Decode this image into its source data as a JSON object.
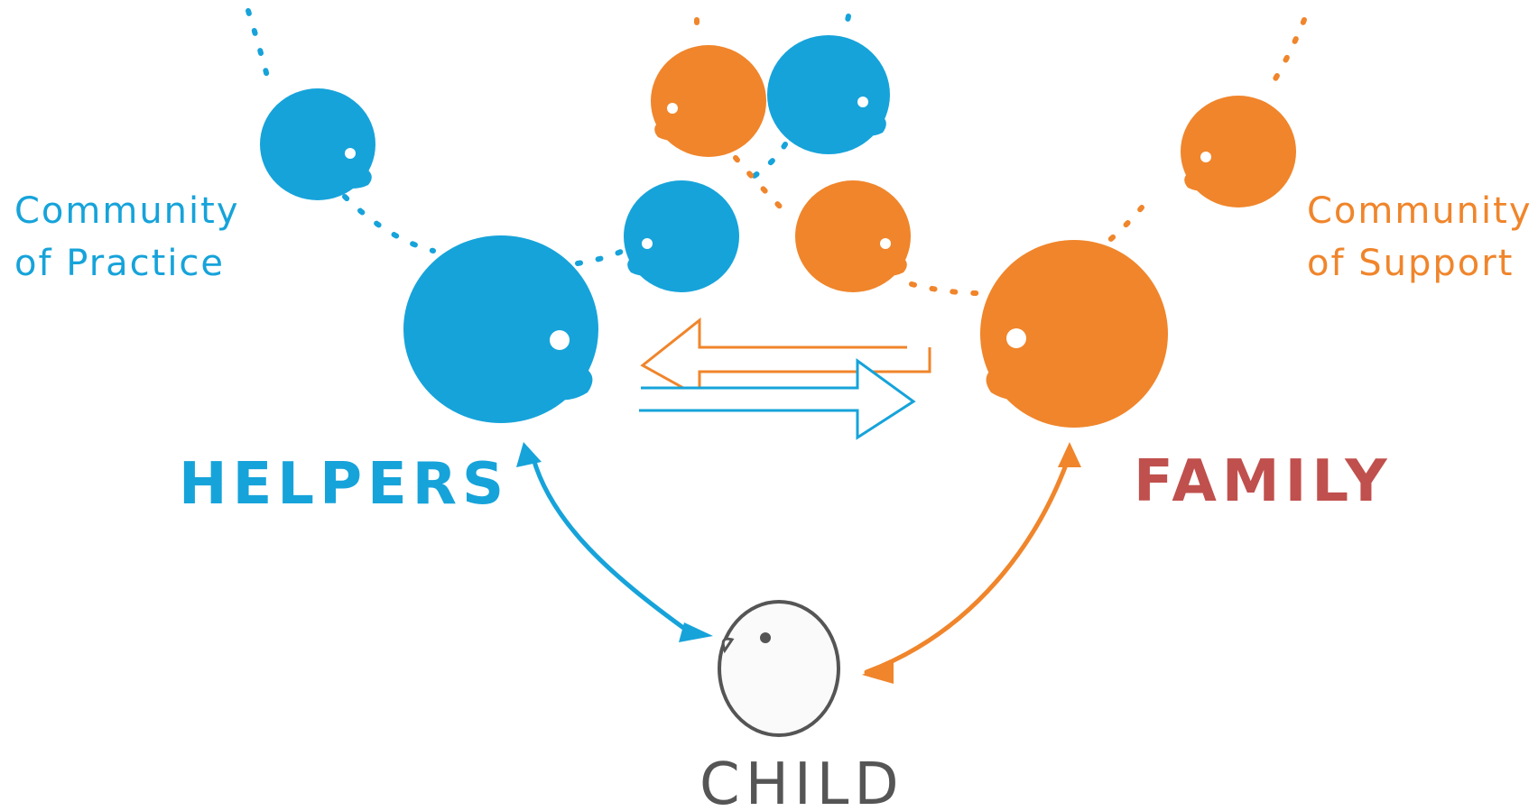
{
  "labels": {
    "community_practice": [
      "Community",
      "of Practice"
    ],
    "community_support": [
      "Community",
      "of Support"
    ],
    "helpers": "HELPERS",
    "family": "FAMILY",
    "child": "CHILD"
  },
  "colors": {
    "blue": "#16a3da",
    "orange": "#f0852b",
    "family_red": "#c0504d",
    "child_gray": "#555555",
    "child_fill": "#fafafa"
  },
  "icons": {
    "head": "head-profile-icon",
    "arrow": "hollow-arrow-icon",
    "double_arrow": "double-headed-arrow-icon"
  }
}
